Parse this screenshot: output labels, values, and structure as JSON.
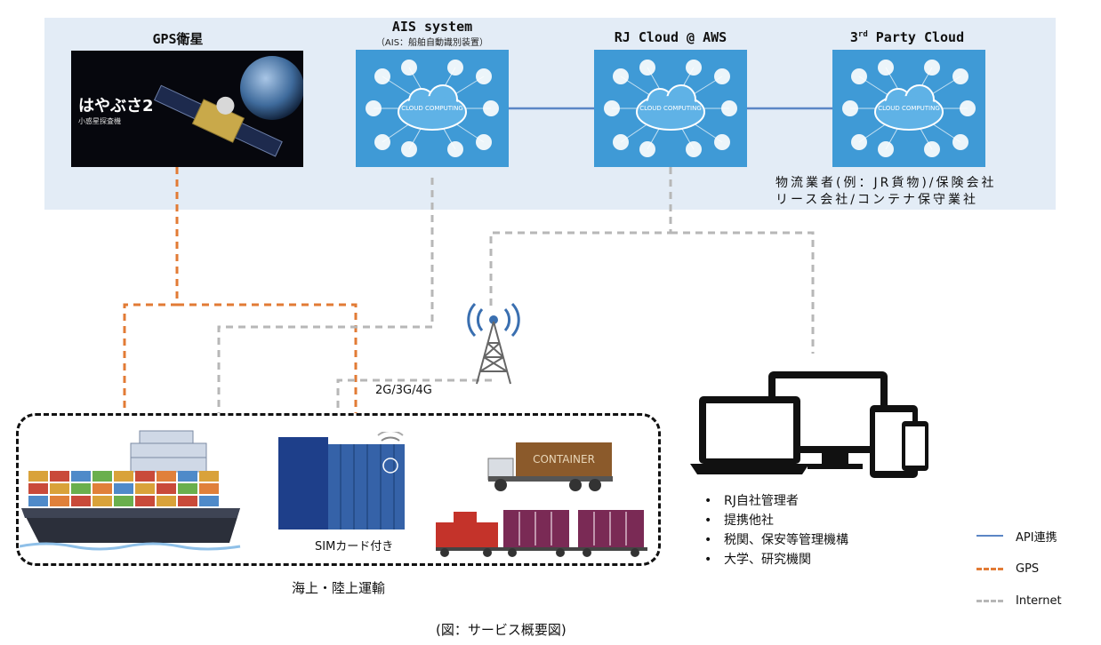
{
  "cards": {
    "gps": {
      "title": "GPS衛星",
      "image_title": "はやぶさ2",
      "image_subtitle": "小惑星探査機"
    },
    "ais": {
      "title": "AIS system",
      "subtitle": "（AIS：船舶自動識別装置）",
      "cloud_text": "CLOUD COMPUTING"
    },
    "rj": {
      "title": "RJ Cloud @ AWS",
      "cloud_text": "CLOUD COMPUTING"
    },
    "third": {
      "title_pre": "3",
      "title_sup": "rd",
      "title_post": " Party Cloud",
      "cloud_text": "CLOUD COMPUTING"
    }
  },
  "third_party_caption": [
    "物流業者(例：JR貨物)/保険会社",
    "リース会社/コンテナ保守業社"
  ],
  "tower_label": "2G/3G/4G",
  "transport": {
    "container_label": "SIMカード付き",
    "truck_text": "CONTAINER",
    "group_label": "海上・陸上運輸"
  },
  "users": [
    "RJ自社管理者",
    "提携他社",
    "税関、保安等管理機構",
    "大学、研究機関"
  ],
  "legend": [
    {
      "label": "API連携",
      "style": "solid",
      "color": "#5b86c5"
    },
    {
      "label": "GPS",
      "style": "dashed",
      "color": "#e27b35"
    },
    {
      "label": "Internet",
      "style": "dashed",
      "color": "#b7b7b7"
    }
  ],
  "figure_caption": "(図：サービス概要図)"
}
